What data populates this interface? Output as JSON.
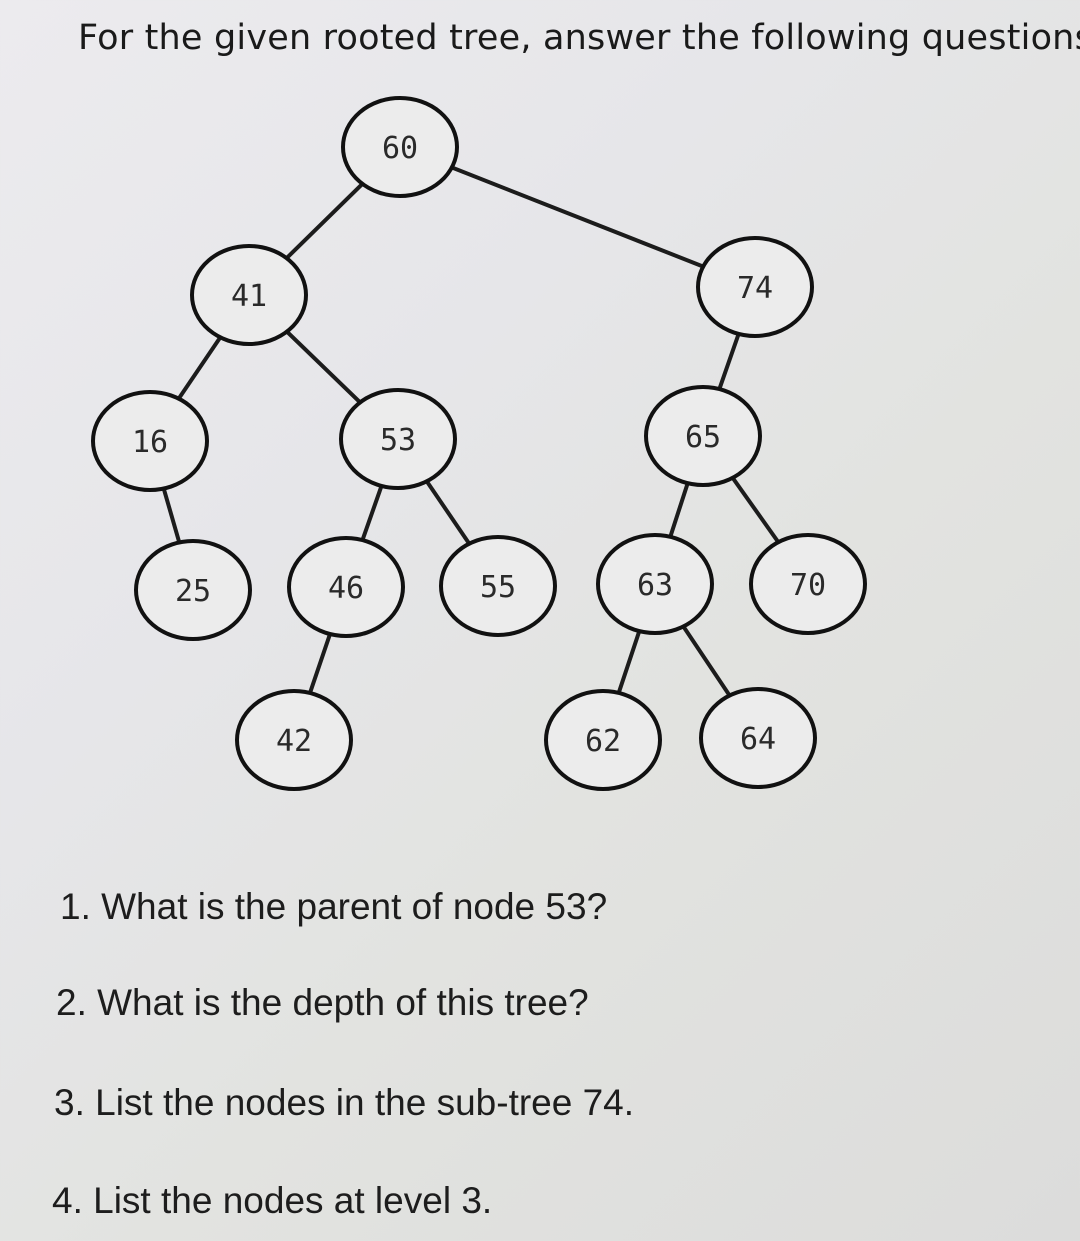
{
  "header": {
    "title": "For the given rooted tree, answer the following questions:"
  },
  "tree": {
    "nodes": [
      {
        "id": "n60",
        "label": "60"
      },
      {
        "id": "n41",
        "label": "41"
      },
      {
        "id": "n74",
        "label": "74"
      },
      {
        "id": "n16",
        "label": "16"
      },
      {
        "id": "n53",
        "label": "53"
      },
      {
        "id": "n65",
        "label": "65"
      },
      {
        "id": "n25",
        "label": "25"
      },
      {
        "id": "n46",
        "label": "46"
      },
      {
        "id": "n55",
        "label": "55"
      },
      {
        "id": "n63",
        "label": "63"
      },
      {
        "id": "n70",
        "label": "70"
      },
      {
        "id": "n42",
        "label": "42"
      },
      {
        "id": "n62",
        "label": "62"
      },
      {
        "id": "n64",
        "label": "64"
      }
    ],
    "edges": [
      [
        "n60",
        "n41"
      ],
      [
        "n60",
        "n74"
      ],
      [
        "n41",
        "n16"
      ],
      [
        "n41",
        "n53"
      ],
      [
        "n74",
        "n65"
      ],
      [
        "n16",
        "n25"
      ],
      [
        "n53",
        "n46"
      ],
      [
        "n53",
        "n55"
      ],
      [
        "n65",
        "n63"
      ],
      [
        "n65",
        "n70"
      ],
      [
        "n46",
        "n42"
      ],
      [
        "n63",
        "n62"
      ],
      [
        "n63",
        "n64"
      ]
    ]
  },
  "questions": [
    "1. What is the parent of node 53?",
    "2. What is the depth of this tree?",
    "3. List the nodes in the sub-tree 74.",
    "4. List the nodes at level 3."
  ]
}
